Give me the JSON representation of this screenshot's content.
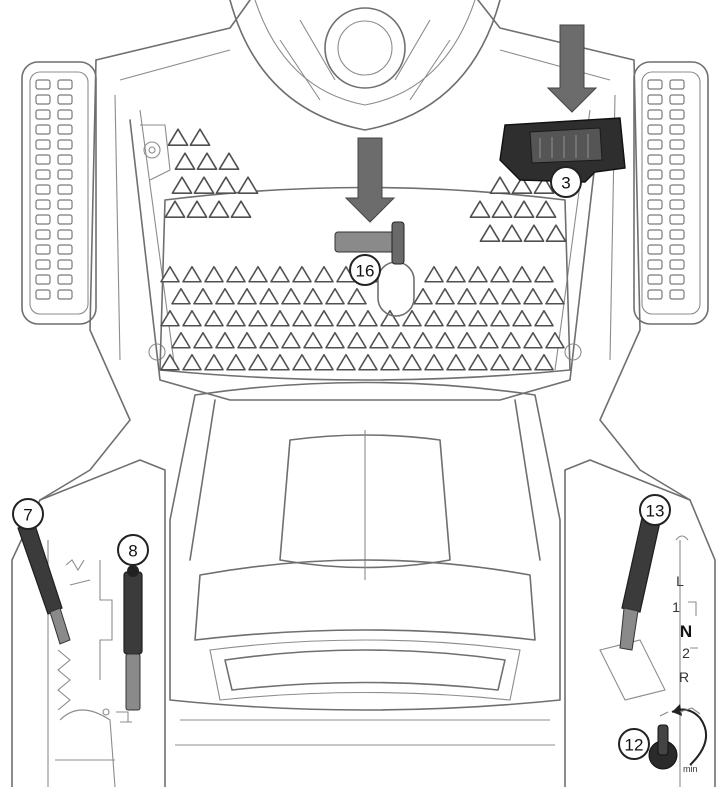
{
  "diagram": {
    "callouts": [
      {
        "id": "callout-3",
        "label": "3"
      },
      {
        "id": "callout-16",
        "label": "16"
      },
      {
        "id": "callout-7",
        "label": "7"
      },
      {
        "id": "callout-8",
        "label": "8"
      },
      {
        "id": "callout-13",
        "label": "13"
      },
      {
        "id": "callout-12",
        "label": "12"
      }
    ],
    "gear_labels": [
      "L",
      "1",
      "N",
      "2",
      "R"
    ],
    "knob_label": "min",
    "colors": {
      "line": "#6f6f6f",
      "dark_part": "#2e2e2e",
      "arrow": "#6c6c6c"
    },
    "icons": [
      "down-arrow-icon",
      "tortoise-hare-icon",
      "rotate-arrow-icon"
    ]
  }
}
